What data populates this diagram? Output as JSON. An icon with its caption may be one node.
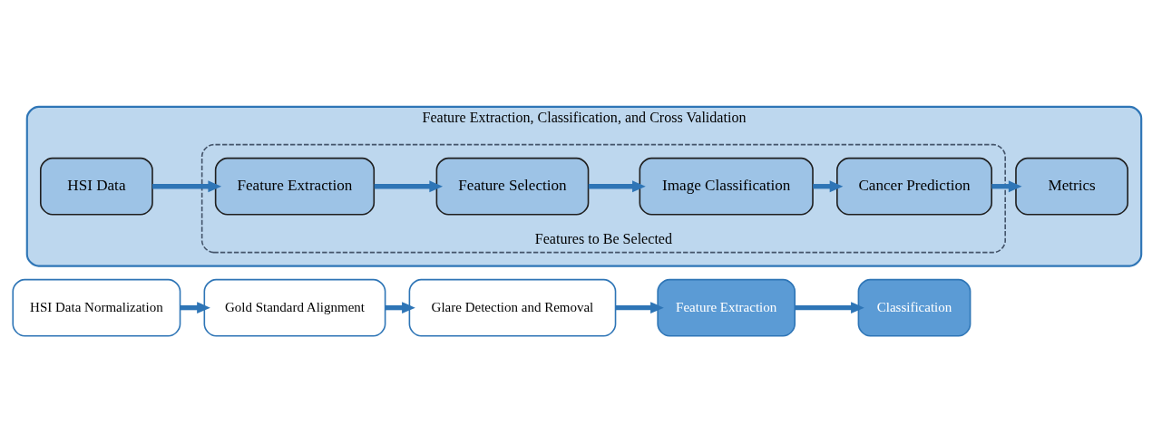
{
  "diagram": {
    "nodes": [
      {
        "text": [
          "HSI Data Normalization"
        ]
      },
      {
        "text": [
          "Gold Standard Alignment"
        ]
      },
      {
        "text": [
          "Glare Detection and Removal"
        ]
      },
      {
        "text": [
          "Feature Extraction"
        ]
      },
      {
        "text": [
          "Classification"
        ]
      },
      {
        "text": [
          "Feature Extraction, Classification, and Cross Validation"
        ]
      },
      {
        "text": [
          "HSI Data"
        ],
        "in": 5
      },
      {
        "text": [
          "Features to Be Selected"
        ],
        "in": 5
      },
      {
        "text": [
          "Feature Extraction"
        ],
        "in": 7
      },
      {
        "text": [
          "Feature Selection"
        ],
        "in": 7
      },
      {
        "text": [
          "Image Classification"
        ],
        "in": 7
      },
      {
        "text": [
          "Cancer Prediction"
        ],
        "in": 7
      },
      {
        "text": [
          "Metrics"
        ],
        "in": 5
      }
    ],
    "edges": [
      {
        "from": 0,
        "to": 1,
        "arrow": "to"
      },
      {
        "from": 1,
        "to": 2,
        "arrow": "to"
      },
      {
        "from": 2,
        "to": 3,
        "arrow": "to"
      },
      {
        "from": 3,
        "to": 4,
        "arrow": "to"
      },
      {
        "from": 6,
        "to": 8,
        "arrow": "to"
      },
      {
        "from": 8,
        "to": 9,
        "arrow": "to"
      },
      {
        "from": 9,
        "to": 10,
        "arrow": "to"
      },
      {
        "from": 10,
        "to": 11,
        "arrow": "to"
      },
      {
        "from": 11,
        "to": 12,
        "arrow": "to"
      }
    ]
  }
}
